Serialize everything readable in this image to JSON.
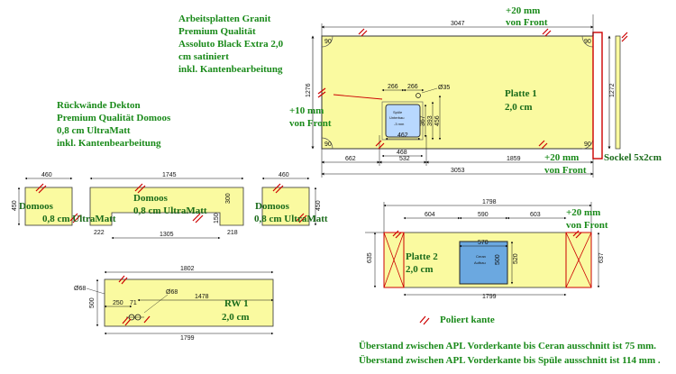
{
  "notes": {
    "granite": [
      "Arbeitsplatten Granit",
      "Premium Qualität",
      "Assoluto Black Extra 2,0",
      "cm satiniert",
      "inkl. Kantenbearbeitung"
    ],
    "dekton": [
      "Rückwände Dekton",
      "Premium Qualität Domoos",
      "0,8 cm UltraMatt",
      "inkl. Kantenbearbeitung"
    ],
    "polished": "Poliert kante",
    "footer1": "Überstand zwischen APL Vorderkante bis Ceran ausschnitt ist 75 mm.",
    "footer2": "Überstand zwischen APL Vorderkante bis Spüle ausschnitt ist 114 mm ."
  },
  "plate1": {
    "name": "Platte 1",
    "thickness": "2,0 cm",
    "width_top": "3047",
    "width_bottom": "3053",
    "height_left": "1276",
    "height_right": "1272",
    "corner": "90",
    "seg_left": "662",
    "seg_mid": "532",
    "seg_right": "1859",
    "plus_top": "+20 mm",
    "from_front": "von Front",
    "plus_left": "+10 mm",
    "plus_bottom": "+20 mm",
    "sockel": "Sockel 5x2cm",
    "sink": {
      "label1": "Spüle",
      "label2": "Unterbau",
      "label3": "-3 mm",
      "d1": "266",
      "d2": "266",
      "dia": "Ø35",
      "h1": "367",
      "h2": "393",
      "h3": "456",
      "w_inner": "462",
      "w_outer": "468"
    }
  },
  "backsplashes": {
    "left": {
      "name": "Domoos",
      "thickness": "0,8 cm UltraMatt",
      "width": "460",
      "height": "450"
    },
    "mid": {
      "name": "Domoos",
      "thickness": "0,8 cm UltraMatt",
      "width": "1745",
      "inner": "1305",
      "left_off": "222",
      "right_off": "218",
      "notch_h": "300",
      "notch_w": "150"
    },
    "right": {
      "name": "Domoos",
      "thickness": "0,8 cm UltraMatt",
      "width": "460",
      "height": "450"
    }
  },
  "plate2": {
    "name": "Platte 2",
    "thickness": "2,0 cm",
    "width_top": "1798",
    "width_bottom": "1799",
    "seg1": "604",
    "seg2": "590",
    "seg3": "603",
    "height_left": "635",
    "height_right": "637",
    "cooktop": {
      "label1": "Ceran",
      "label2": "Aufbau",
      "w": "570",
      "h": "520",
      "d": "500"
    },
    "plus": "+20 mm",
    "from_front": "von Front"
  },
  "rw1": {
    "name": "RW 1",
    "thickness": "2,0 cm",
    "width_top": "1802",
    "width_bottom": "1799",
    "height": "500",
    "dia_a": "Ø68",
    "dia_b": "Ø68",
    "d1": "250",
    "d2": "71",
    "d3": "1478"
  }
}
